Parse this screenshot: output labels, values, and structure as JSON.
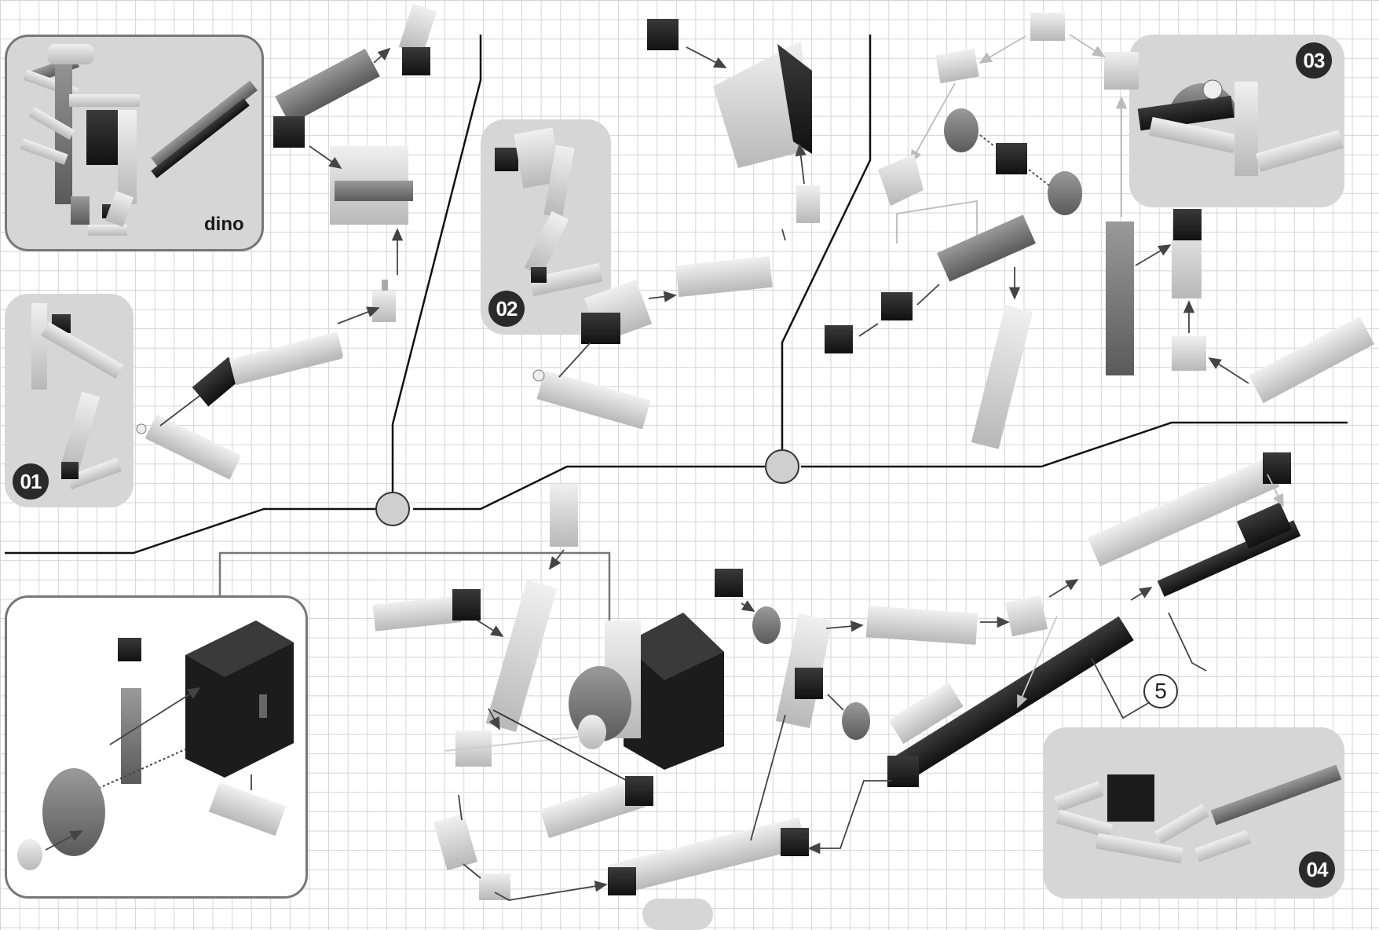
{
  "steps": {
    "dino_label": "dino",
    "step1": "01",
    "step2": "02",
    "step3": "03",
    "step4": "04",
    "callout_quantity": "5"
  },
  "icons": [
    "model-dino-image",
    "beam-part-icon",
    "connector-cube-icon",
    "pulley-wheel-icon",
    "gear-wheel-icon",
    "motor-box-icon",
    "toothed-rack-icon"
  ],
  "colors": {
    "grid_line": "#d4d4d4",
    "panel_fill": "#d6d6d6",
    "badge_fill": "#2a2a2a",
    "part_dark": "#1f1f1f",
    "part_mid": "#7a7a7a",
    "part_light": "#d9d9d9"
  }
}
